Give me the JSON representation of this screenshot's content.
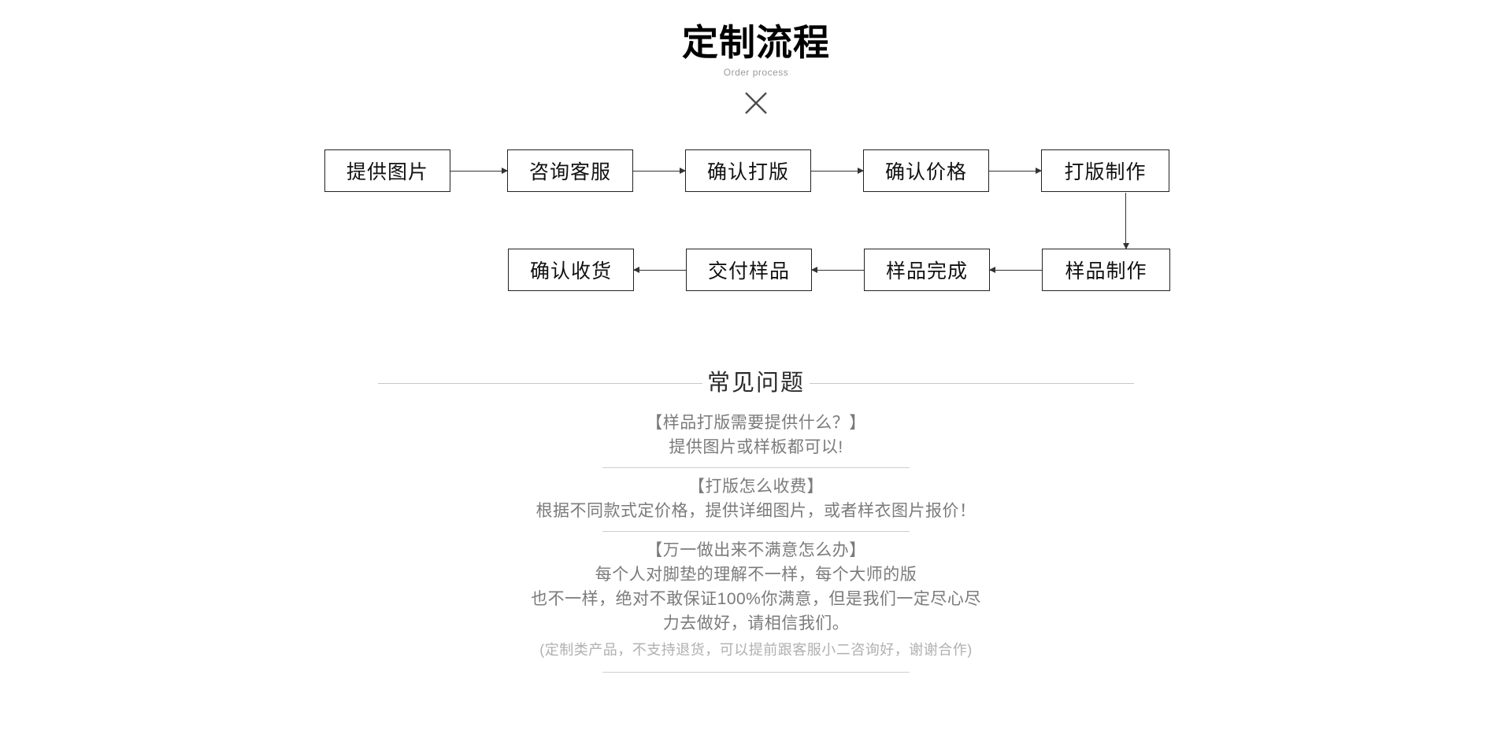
{
  "header": {
    "title": "定制流程",
    "subtitle": "Order process",
    "divider_icon": "x-cross-icon"
  },
  "flowchart": {
    "row1": [
      {
        "label": "提供图片"
      },
      {
        "label": "咨询客服"
      },
      {
        "label": "确认打版"
      },
      {
        "label": "确认价格"
      },
      {
        "label": "打版制作"
      }
    ],
    "row2": [
      {
        "label": "确认收货"
      },
      {
        "label": "交付样品"
      },
      {
        "label": "样品完成"
      },
      {
        "label": "样品制作"
      }
    ],
    "row1_direction": "left-to-right",
    "row2_direction": "right-to-left",
    "vertical_link": {
      "from": "打版制作",
      "to": "样品制作",
      "direction": "down"
    }
  },
  "faq": {
    "heading": "常见问题",
    "items": [
      {
        "question": "【样品打版需要提供什么？】",
        "answer_lines": [
          "提供图片或样板都可以!"
        ]
      },
      {
        "question": "【打版怎么收费】",
        "answer_lines": [
          "根据不同款式定价格，提供详细图片，或者样衣图片报价！"
        ]
      },
      {
        "question": "【万一做出来不满意怎么办】",
        "answer_lines": [
          "每个人对脚垫的理解不一样，每个大师的版",
          "也不一样，绝对不敢保证100%你满意，但是我们一定尽心尽",
          "力去做好，请相信我们。"
        ]
      }
    ],
    "note": "(定制类产品，不支持退货，可以提前跟客服小二咨询好，谢谢合作)"
  },
  "colors": {
    "box_border": "#222222",
    "connector": "#333333",
    "title_text": "#000000",
    "subtitle_text": "#9a9a9a",
    "faq_text": "#7b7b7b",
    "faq_note_text": "#b0b0b0",
    "rule": "#c8c8c8",
    "background": "#ffffff"
  }
}
